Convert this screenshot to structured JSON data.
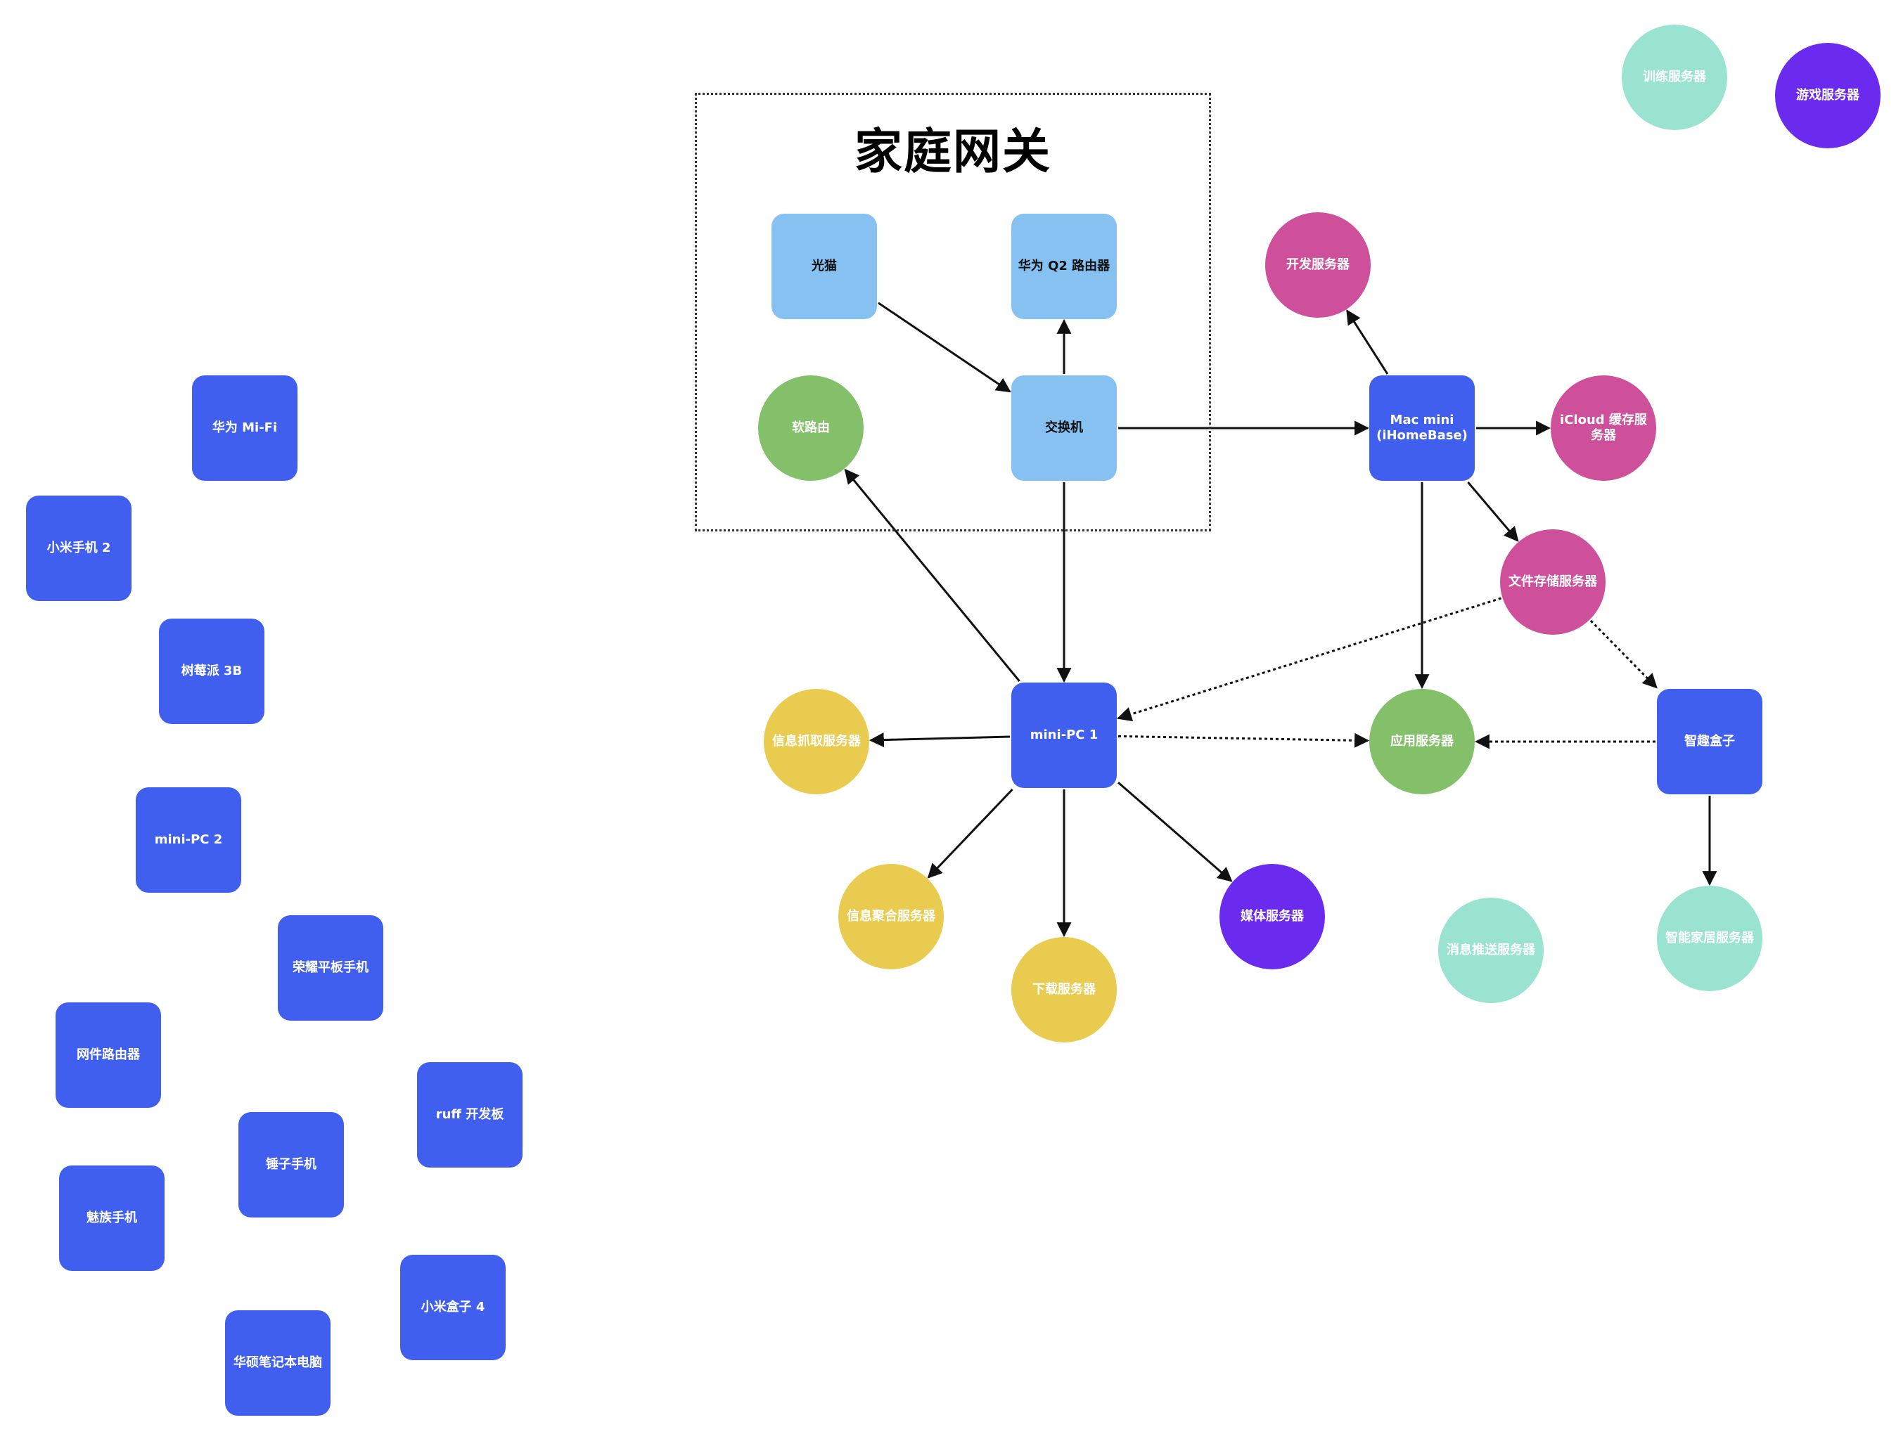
{
  "diagram": {
    "title": "家庭网关",
    "colors": {
      "device": "#405FEF",
      "gateway": "#86C1F1",
      "green": "#84C06A",
      "pink": "#CE509A",
      "yellow": "#E9CB4F",
      "purple": "#6B2BEF",
      "mint": "#99E3D0"
    },
    "nodes": [
      {
        "id": "guangmao",
        "label": "光猫",
        "shape": "square",
        "color": "gateway",
        "dark": true
      },
      {
        "id": "huawei-q2",
        "label": "华为 Q2 路由器",
        "shape": "square",
        "color": "gateway",
        "dark": true
      },
      {
        "id": "soft-router",
        "label": "软路由",
        "shape": "circle",
        "color": "green"
      },
      {
        "id": "switch",
        "label": "交换机",
        "shape": "square",
        "color": "gateway",
        "dark": true
      },
      {
        "id": "mac-mini",
        "label": "Mac mini\n(iHomeBase)",
        "shape": "square",
        "color": "device"
      },
      {
        "id": "dev-server",
        "label": "开发服务器",
        "shape": "circle",
        "color": "pink"
      },
      {
        "id": "icloud-cache",
        "label": "iCloud 缓存服\n务器",
        "shape": "circle",
        "color": "pink"
      },
      {
        "id": "file-storage",
        "label": "文件存储服务器",
        "shape": "circle",
        "color": "pink"
      },
      {
        "id": "training-server",
        "label": "训练服务器",
        "shape": "circle",
        "color": "mint"
      },
      {
        "id": "game-server",
        "label": "游戏服务器",
        "shape": "circle",
        "color": "purple"
      },
      {
        "id": "mini-pc-1",
        "label": "mini-PC 1",
        "shape": "square",
        "color": "device"
      },
      {
        "id": "info-crawl",
        "label": "信息抓取服务器",
        "shape": "circle",
        "color": "yellow"
      },
      {
        "id": "app-server",
        "label": "应用服务器",
        "shape": "circle",
        "color": "green"
      },
      {
        "id": "smart-box",
        "label": "智趣盒子",
        "shape": "square",
        "color": "device"
      },
      {
        "id": "info-aggr",
        "label": "信息聚合服务器",
        "shape": "circle",
        "color": "yellow"
      },
      {
        "id": "download-server",
        "label": "下载服务器",
        "shape": "circle",
        "color": "yellow"
      },
      {
        "id": "media-server",
        "label": "媒体服务器",
        "shape": "circle",
        "color": "purple"
      },
      {
        "id": "push-server",
        "label": "消息推送服务器",
        "shape": "circle",
        "color": "mint"
      },
      {
        "id": "smart-home",
        "label": "智能家居服务器",
        "shape": "circle",
        "color": "mint"
      },
      {
        "id": "huawei-mifi",
        "label": "华为 Mi-Fi",
        "shape": "square",
        "color": "device"
      },
      {
        "id": "xiaomi-phone-2",
        "label": "小米手机 2",
        "shape": "square",
        "color": "device"
      },
      {
        "id": "raspberry-pi",
        "label": "树莓派 3B",
        "shape": "square",
        "color": "device"
      },
      {
        "id": "mini-pc-2",
        "label": "mini-PC 2",
        "shape": "square",
        "color": "device"
      },
      {
        "id": "honor-tablet",
        "label": "荣耀平板手机",
        "shape": "square",
        "color": "device"
      },
      {
        "id": "netgear-router",
        "label": "网件路由器",
        "shape": "square",
        "color": "device"
      },
      {
        "id": "ruff-board",
        "label": "ruff 开发板",
        "shape": "square",
        "color": "device"
      },
      {
        "id": "smartisan-phone",
        "label": "锤子手机",
        "shape": "square",
        "color": "device"
      },
      {
        "id": "meizu-phone",
        "label": "魅族手机",
        "shape": "square",
        "color": "device"
      },
      {
        "id": "xiaomi-box-4",
        "label": "小米盒子 4",
        "shape": "square",
        "color": "device"
      },
      {
        "id": "asus-laptop",
        "label": "华硕笔记本电脑",
        "shape": "square",
        "color": "device"
      }
    ],
    "edges": [
      {
        "from": "guangmao",
        "to": "switch",
        "style": "solid"
      },
      {
        "from": "switch",
        "to": "huawei-q2",
        "style": "solid"
      },
      {
        "from": "switch",
        "to": "mac-mini",
        "style": "solid"
      },
      {
        "from": "switch",
        "to": "mini-pc-1",
        "style": "solid"
      },
      {
        "from": "mini-pc-1",
        "to": "soft-router",
        "style": "solid"
      },
      {
        "from": "mac-mini",
        "to": "dev-server",
        "style": "solid"
      },
      {
        "from": "mac-mini",
        "to": "icloud-cache",
        "style": "solid"
      },
      {
        "from": "mac-mini",
        "to": "file-storage",
        "style": "solid"
      },
      {
        "from": "mac-mini",
        "to": "app-server",
        "style": "solid"
      },
      {
        "from": "file-storage",
        "to": "mini-pc-1",
        "style": "dotted"
      },
      {
        "from": "file-storage",
        "to": "smart-box",
        "style": "dotted"
      },
      {
        "from": "mini-pc-1",
        "to": "app-server",
        "style": "dotted"
      },
      {
        "from": "smart-box",
        "to": "app-server",
        "style": "dotted"
      },
      {
        "from": "smart-box",
        "to": "smart-home",
        "style": "solid"
      },
      {
        "from": "mini-pc-1",
        "to": "info-crawl",
        "style": "solid"
      },
      {
        "from": "mini-pc-1",
        "to": "info-aggr",
        "style": "solid"
      },
      {
        "from": "mini-pc-1",
        "to": "download-server",
        "style": "solid"
      },
      {
        "from": "mini-pc-1",
        "to": "media-server",
        "style": "solid"
      }
    ]
  }
}
